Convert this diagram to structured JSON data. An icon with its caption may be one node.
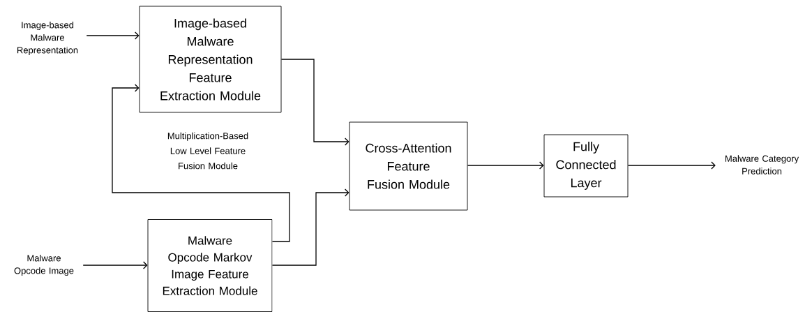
{
  "diagram": {
    "nodes": [
      {
        "text": [
          "Image-based Malware Representation"
        ]
      },
      {
        "text": [
          "Image-based Malware Representation Feature Extraction Module"
        ]
      },
      {
        "text": [
          "Malware Opcode Image"
        ]
      },
      {
        "text": [
          "Malware Opcode Markov Image Feature Extraction Module"
        ]
      },
      {
        "text": [
          "Cross-Attention Feature Fusion Module"
        ]
      },
      {
        "text": [
          "Fully Connected Layer"
        ]
      },
      {
        "text": [
          "Malware Category Prediction"
        ]
      }
    ],
    "edges": [
      {
        "from": 0,
        "to": 1,
        "arrow": "to"
      },
      {
        "from": 2,
        "to": 3,
        "arrow": "to"
      },
      {
        "from": 3,
        "to": 1,
        "arrow": "to"
      },
      {
        "from": 1,
        "to": 4,
        "arrow": "to"
      },
      {
        "from": 3,
        "to": 4,
        "arrow": "to"
      },
      {
        "from": 4,
        "to": 5,
        "arrow": "to"
      },
      {
        "from": 5,
        "to": 6,
        "arrow": "to"
      }
    ],
    "labels": [
      "Multiplication-Based Low Level Feature Fusion Module"
    ]
  }
}
